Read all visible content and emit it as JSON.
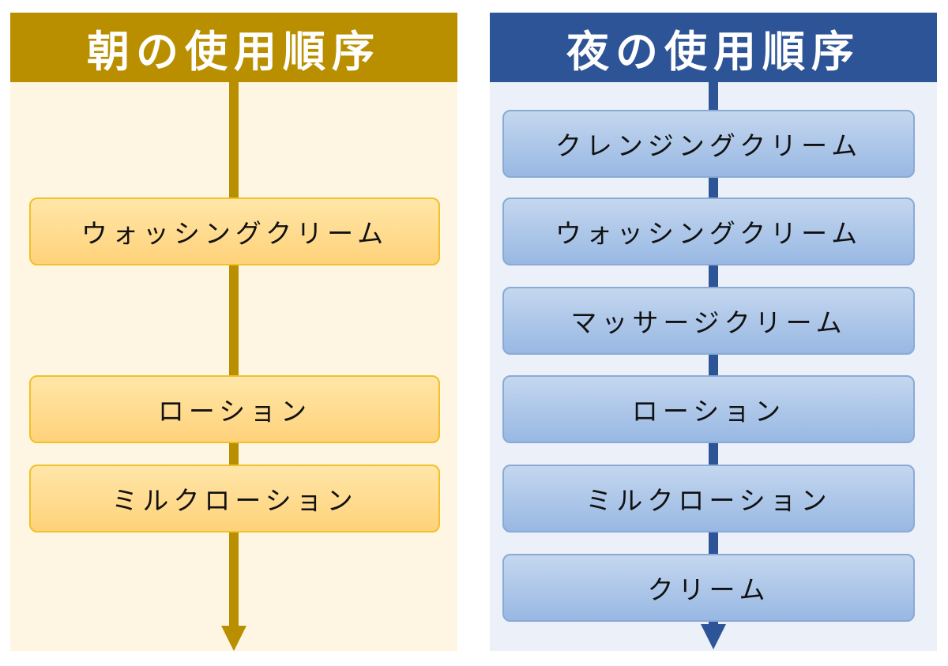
{
  "morning": {
    "title": "朝の使用順序",
    "steps": [
      "ウォッシングクリーム",
      "ローション",
      "ミルクローション"
    ]
  },
  "night": {
    "title": "夜の使用順序",
    "steps": [
      "クレンジングクリーム",
      "ウォッシングクリーム",
      "マッサージクリーム",
      "ローション",
      "ミルクローション",
      "クリーム"
    ]
  },
  "colors": {
    "morning_accent": "#b98f00",
    "morning_background": "#fef6e2",
    "morning_step": "#ffd98a",
    "night_accent": "#2d5496",
    "night_background": "#ebf0f9",
    "night_step": "#aac6ea"
  }
}
